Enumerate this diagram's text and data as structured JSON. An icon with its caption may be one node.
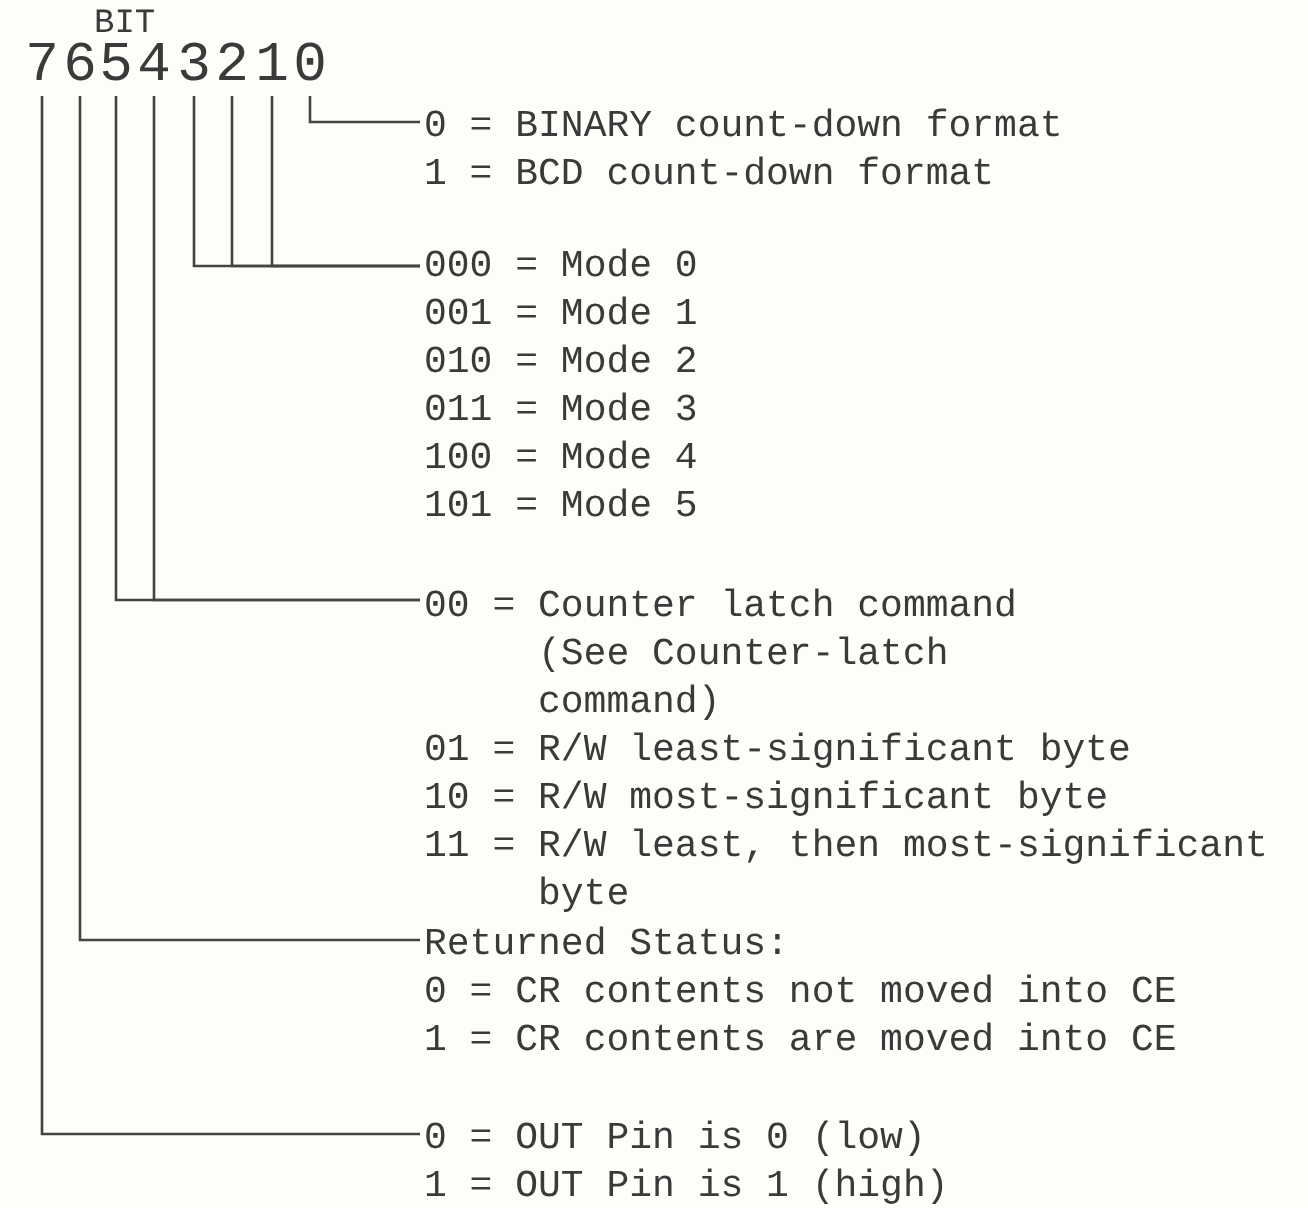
{
  "diagram": {
    "nodes": [
      {
        "text": [
          "7"
        ]
      },
      {
        "text": [
          "6"
        ]
      },
      {
        "text": [
          "5"
        ]
      },
      {
        "text": [
          "4"
        ]
      },
      {
        "text": [
          "3"
        ]
      },
      {
        "text": [
          "2"
        ]
      },
      {
        "text": [
          "1"
        ]
      },
      {
        "text": [
          "0"
        ]
      },
      {
        "text": [
          "0 = BINARY count-down format",
          "1 = BCD count-down format"
        ]
      },
      {
        "text": [
          "000 = Mode 0",
          "001 = Mode 1",
          "010 = Mode 2",
          "011 = Mode 3",
          "100 = Mode 4",
          "101 = Mode 5"
        ]
      },
      {
        "text": [
          "00 = Counter latch command (See Counter-latch command)",
          "01 = R/W least-significant byte",
          "10 = R/W most-significant byte",
          "11 = R/W least, then most-significant byte"
        ]
      },
      {
        "text": [
          "Returned Status:",
          "0 = CR contents not moved into CE",
          "1 = CR contents are moved into CE"
        ]
      },
      {
        "text": [
          "0 = OUT Pin is 0 (low)",
          "1 = OUT Pin is 1 (high)"
        ]
      }
    ],
    "edges": [
      {
        "from": 7,
        "to": 8,
        "arrow": "none"
      },
      {
        "from": 4,
        "to": 9,
        "arrow": "none"
      },
      {
        "from": 5,
        "to": 9,
        "arrow": "none"
      },
      {
        "from": 6,
        "to": 9,
        "arrow": "none"
      },
      {
        "from": 2,
        "to": 10,
        "arrow": "none"
      },
      {
        "from": 3,
        "to": 10,
        "arrow": "none"
      },
      {
        "from": 1,
        "to": 11,
        "arrow": "none"
      },
      {
        "from": 0,
        "to": 12,
        "arrow": "none"
      }
    ],
    "labels": [
      "BIT"
    ]
  }
}
